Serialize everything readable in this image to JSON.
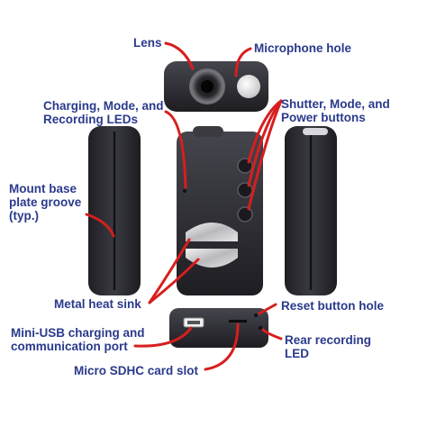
{
  "labels": {
    "lens": "Lens",
    "microphone": "Microphone hole",
    "leds": "Charging, Mode, and\nRecording LEDs",
    "buttons": "Shutter, Mode, and\nPower buttons",
    "groove": "Mount base\nplate groove\n(typ.)",
    "heat_sink": "Metal heat sink",
    "reset": "Reset button hole",
    "usb": "Mini-USB charging and\ncommunication port",
    "rear_led": "Rear recording\nLED",
    "sd_slot": "Micro SDHC card slot"
  },
  "colors": {
    "label_text": "#2a3a8c",
    "leader_lines": "#d81e1e",
    "device_body": "#2e2e34"
  }
}
